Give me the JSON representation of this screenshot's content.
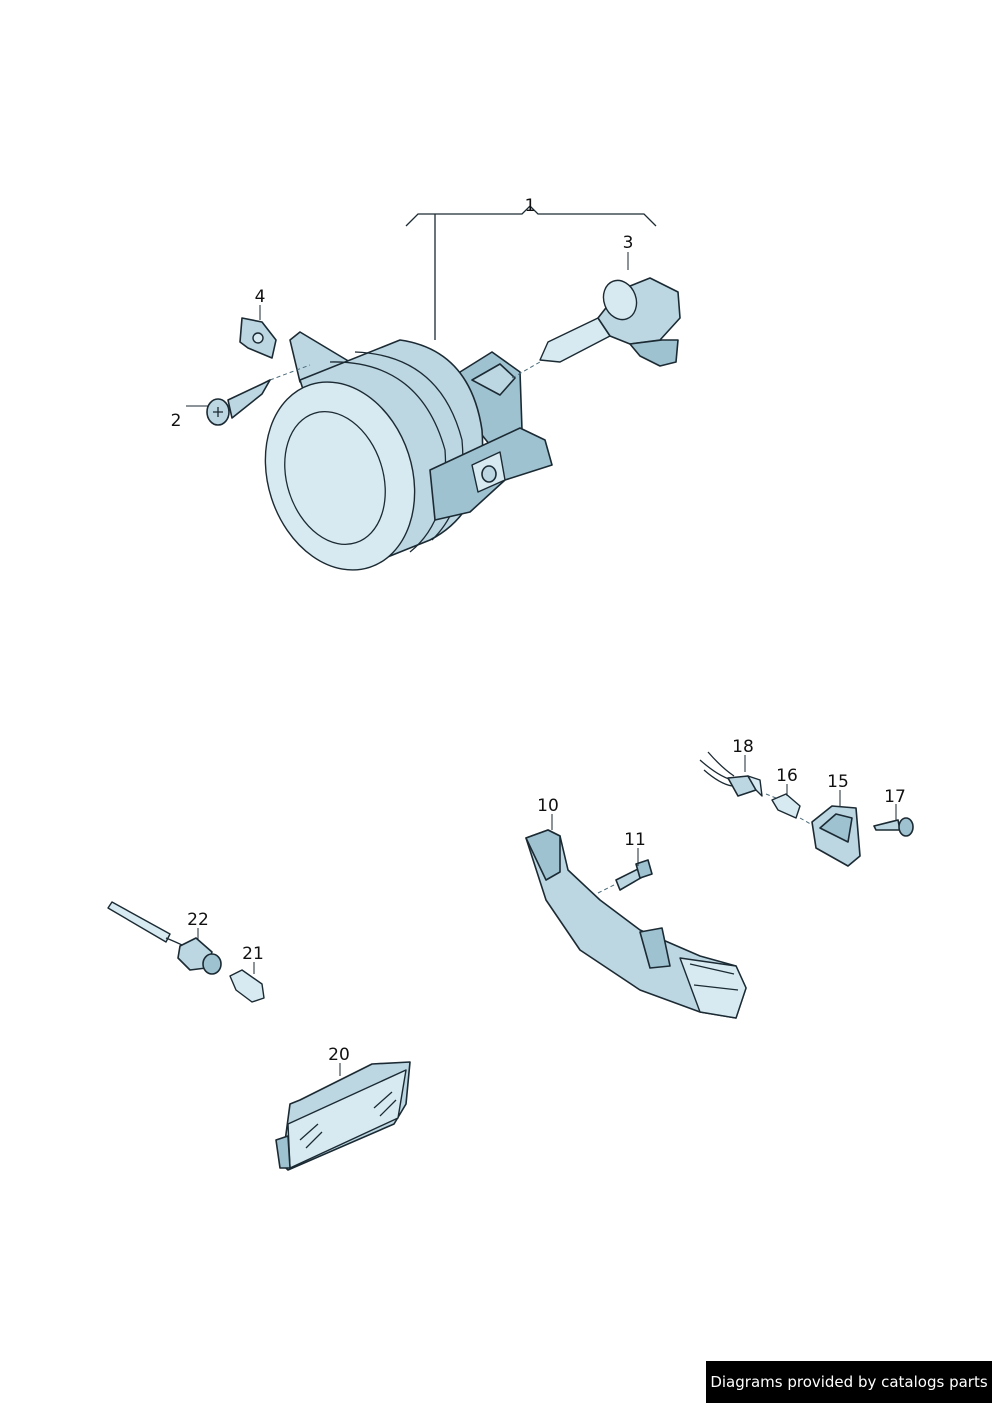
{
  "callouts": {
    "c1": "1",
    "c2": "2",
    "c3": "3",
    "c4": "4",
    "c10": "10",
    "c11": "11",
    "c15": "15",
    "c16": "16",
    "c17": "17",
    "c18": "18",
    "c20": "20",
    "c21": "21",
    "c22": "22"
  },
  "footer": {
    "text": "Diagrams provided by catalogs parts"
  },
  "colors": {
    "part_fill": "#bcd7e2",
    "outline": "#1b2a33",
    "footer_bg": "#000000"
  }
}
